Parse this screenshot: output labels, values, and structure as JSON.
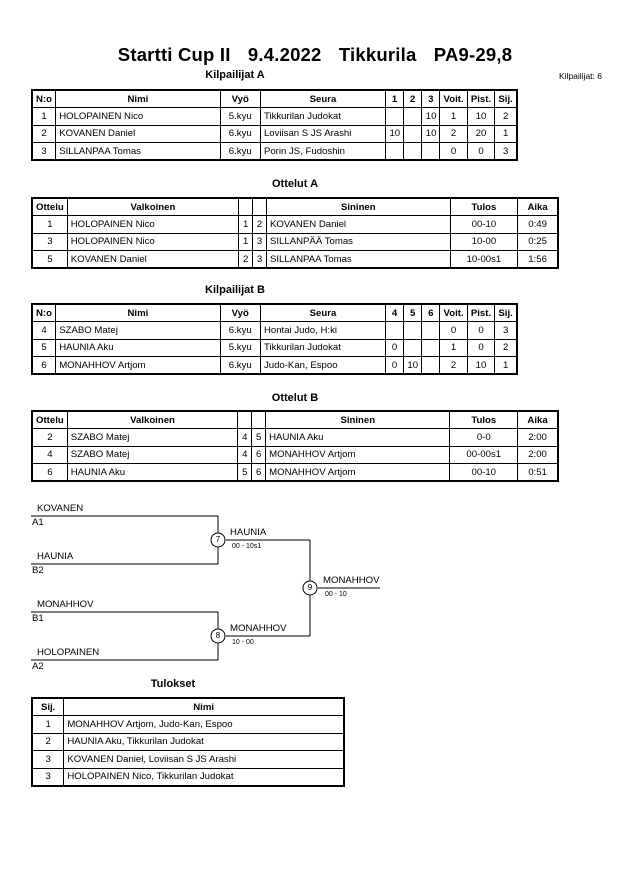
{
  "header": {
    "event": "Startti Cup II",
    "date": "9.4.2022",
    "venue": "Tikkurila",
    "category": "PA9-29,8",
    "competitor_count": "Kilpailijat: 6"
  },
  "pool_a": {
    "title": "Kilpailijat A",
    "columns": [
      "N:o",
      "Nimi",
      "Vyö",
      "Seura",
      "1",
      "2",
      "3",
      "Voit.",
      "Pist.",
      "Sij."
    ],
    "rows": [
      {
        "no": "1",
        "name": "HOLOPAINEN Nico",
        "belt": "5.kyu",
        "club": "Tikkurilan Judokat",
        "s1": "",
        "s2": "",
        "s3": "10",
        "wins": "1",
        "points": "10",
        "place": "2"
      },
      {
        "no": "2",
        "name": "KOVANEN Daniel",
        "belt": "6.kyu",
        "club": "Loviisan S JS Arashi",
        "s1": "10",
        "s2": "",
        "s3": "10",
        "wins": "2",
        "points": "20",
        "place": "1"
      },
      {
        "no": "3",
        "name": "SILLANPAA Tomas",
        "belt": "6.kyu",
        "club": "Porin JS, Fudoshin",
        "s1": "",
        "s2": "",
        "s3": "",
        "wins": "0",
        "points": "0",
        "place": "3"
      }
    ]
  },
  "matches_a": {
    "title": "Ottelut A",
    "columns": [
      "Ottelu",
      "Valkoinen",
      "Sininen",
      "Tulos",
      "Aika"
    ],
    "rows": [
      {
        "match": "1",
        "white": "HOLOPAINEN Nico",
        "w_no": "1",
        "b_no": "2",
        "blue": "KOVANEN Daniel",
        "result": "00-10",
        "time": "0:49"
      },
      {
        "match": "3",
        "white": "HOLOPAINEN Nico",
        "w_no": "1",
        "b_no": "3",
        "blue": "SILLANPÄÄ Tomas",
        "result": "10-00",
        "time": "0:25"
      },
      {
        "match": "5",
        "white": "KOVANEN Daniel",
        "w_no": "2",
        "b_no": "3",
        "blue": "SILLANPAA Tomas",
        "result": "10-00s1",
        "time": "1:56"
      }
    ]
  },
  "pool_b": {
    "title": "Kilpailijat B",
    "columns": [
      "N:o",
      "Nimi",
      "Vyö",
      "Seura",
      "4",
      "5",
      "6",
      "Voit.",
      "Pist.",
      "Sij."
    ],
    "rows": [
      {
        "no": "4",
        "name": "SZABO Matej",
        "belt": "6.kyu",
        "club": "Hontai Judo, H:ki",
        "s1": "",
        "s2": "",
        "s3": "",
        "wins": "0",
        "points": "0",
        "place": "3"
      },
      {
        "no": "5",
        "name": "HAUNIA Aku",
        "belt": "5.kyu",
        "club": "Tikkurilan Judokat",
        "s1": "0",
        "s2": "",
        "s3": "",
        "wins": "1",
        "points": "0",
        "place": "2"
      },
      {
        "no": "6",
        "name": "MONAHHOV Artjom",
        "belt": "6.kyu",
        "club": "Judo-Kan, Espoo",
        "s1": "0",
        "s2": "10",
        "s3": "",
        "wins": "2",
        "points": "10",
        "place": "1"
      }
    ]
  },
  "matches_b": {
    "title": "Ottelut B",
    "columns": [
      "Ottelu",
      "Valkoinen",
      "Sininen",
      "Tulos",
      "Aika"
    ],
    "rows": [
      {
        "match": "2",
        "white": "SZABO Matej",
        "w_no": "4",
        "b_no": "5",
        "blue": "HAUNIA Aku",
        "result": "0-0",
        "time": "2:00"
      },
      {
        "match": "4",
        "white": "SZABO Matej",
        "w_no": "4",
        "b_no": "6",
        "blue": "MONAHHOV Artjom",
        "result": "00-00s1",
        "time": "2:00"
      },
      {
        "match": "6",
        "white": "HAUNIA Aku",
        "w_no": "5",
        "b_no": "6",
        "blue": "MONAHHOV Artjom",
        "result": "00-10",
        "time": "0:51"
      }
    ]
  },
  "bracket": {
    "semi1": {
      "top": "KOVANEN",
      "top_seed": "A1",
      "bottom": "HAUNIA",
      "bottom_seed": "B2",
      "match": "7",
      "winner": "HAUNIA",
      "score": "00 - 10s1"
    },
    "semi2": {
      "top": "MONAHHOV",
      "top_seed": "B1",
      "bottom": "HOLOPAINEN",
      "bottom_seed": "A2",
      "match": "8",
      "winner": "MONAHHOV",
      "score": "10 - 00"
    },
    "final": {
      "match": "9",
      "winner": "MONAHHOV",
      "score": "00 - 10"
    }
  },
  "results": {
    "title": "Tulokset",
    "columns": [
      "Sij.",
      "Nimi"
    ],
    "rows": [
      {
        "place": "1",
        "name": "MONAHHOV Artjom, Judo-Kan, Espoo"
      },
      {
        "place": "2",
        "name": "HAUNIA Aku, Tikkurilan Judokat"
      },
      {
        "place": "3",
        "name": "KOVANEN Daniel, Loviisan S JS Arashi"
      },
      {
        "place": "3",
        "name": "HOLOPAINEN Nico, Tikkurilan Judokat"
      }
    ]
  }
}
